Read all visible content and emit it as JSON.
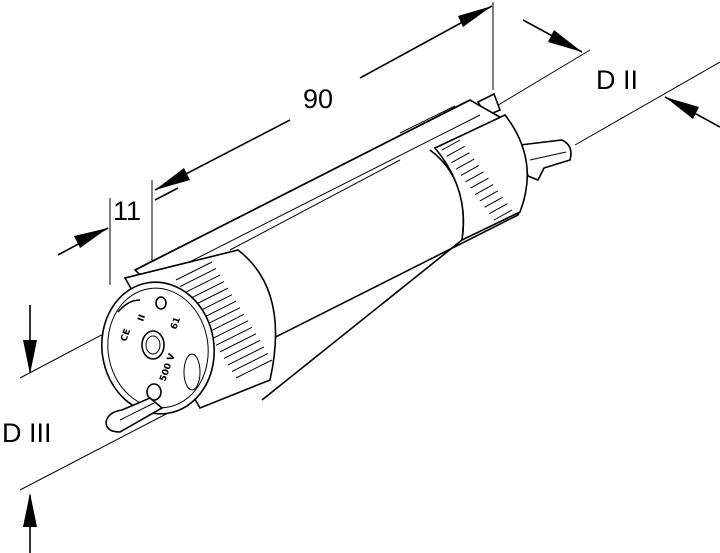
{
  "dimensions": {
    "length": "90",
    "cap_length": "11",
    "diameter_2": "D II",
    "diameter_3": "D III"
  },
  "markings": {
    "voltage": "500 V",
    "code_a": "61",
    "code_b": "II",
    "ce": "CE"
  }
}
